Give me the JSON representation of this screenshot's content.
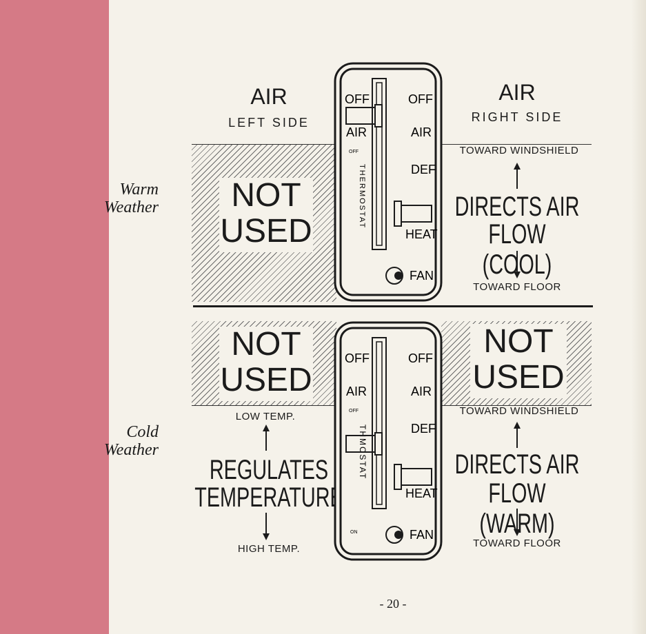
{
  "page": {
    "air_left": {
      "title": "AIR",
      "subtitle": "LEFT SIDE"
    },
    "air_right": {
      "title": "AIR",
      "subtitle": "RIGHT SIDE"
    },
    "warm": {
      "label_line1": "Warm",
      "label_line2": "Weather",
      "left_text_1": "NOT",
      "left_text_2": "USED",
      "right_top": "TOWARD WINDSHIELD",
      "right_main_1": "DIRECTS AIR",
      "right_main_2": "FLOW (COOL)",
      "right_bottom": "TOWARD FLOOR"
    },
    "cold": {
      "label_line1": "Cold",
      "label_line2": "Weather",
      "left_top_1": "NOT",
      "left_top_2": "USED",
      "right_top_1": "NOT",
      "right_top_2": "USED",
      "left_small_top": "LOW TEMP.",
      "left_main_1": "REGULATES",
      "left_main_2": "TEMPERATURE",
      "left_small_bottom": "HIGH TEMP.",
      "right_small_top": "TOWARD WINDSHIELD",
      "right_main_1": "DIRECTS AIR",
      "right_main_2": "FLOW (WARM)",
      "right_small_bottom": "TOWARD FLOOR"
    },
    "panel": {
      "off_left": "OFF",
      "air_left": "AIR",
      "off_right": "OFF",
      "air_right": "AIR",
      "def": "DEF",
      "heat": "HEAT",
      "fan": "FAN",
      "thermostat_top": "THERMOSTAT",
      "thermostat_bottom": "THMOSTAT",
      "small_off": "OFF",
      "small_on": "ON"
    },
    "page_number": "- 20 -"
  }
}
